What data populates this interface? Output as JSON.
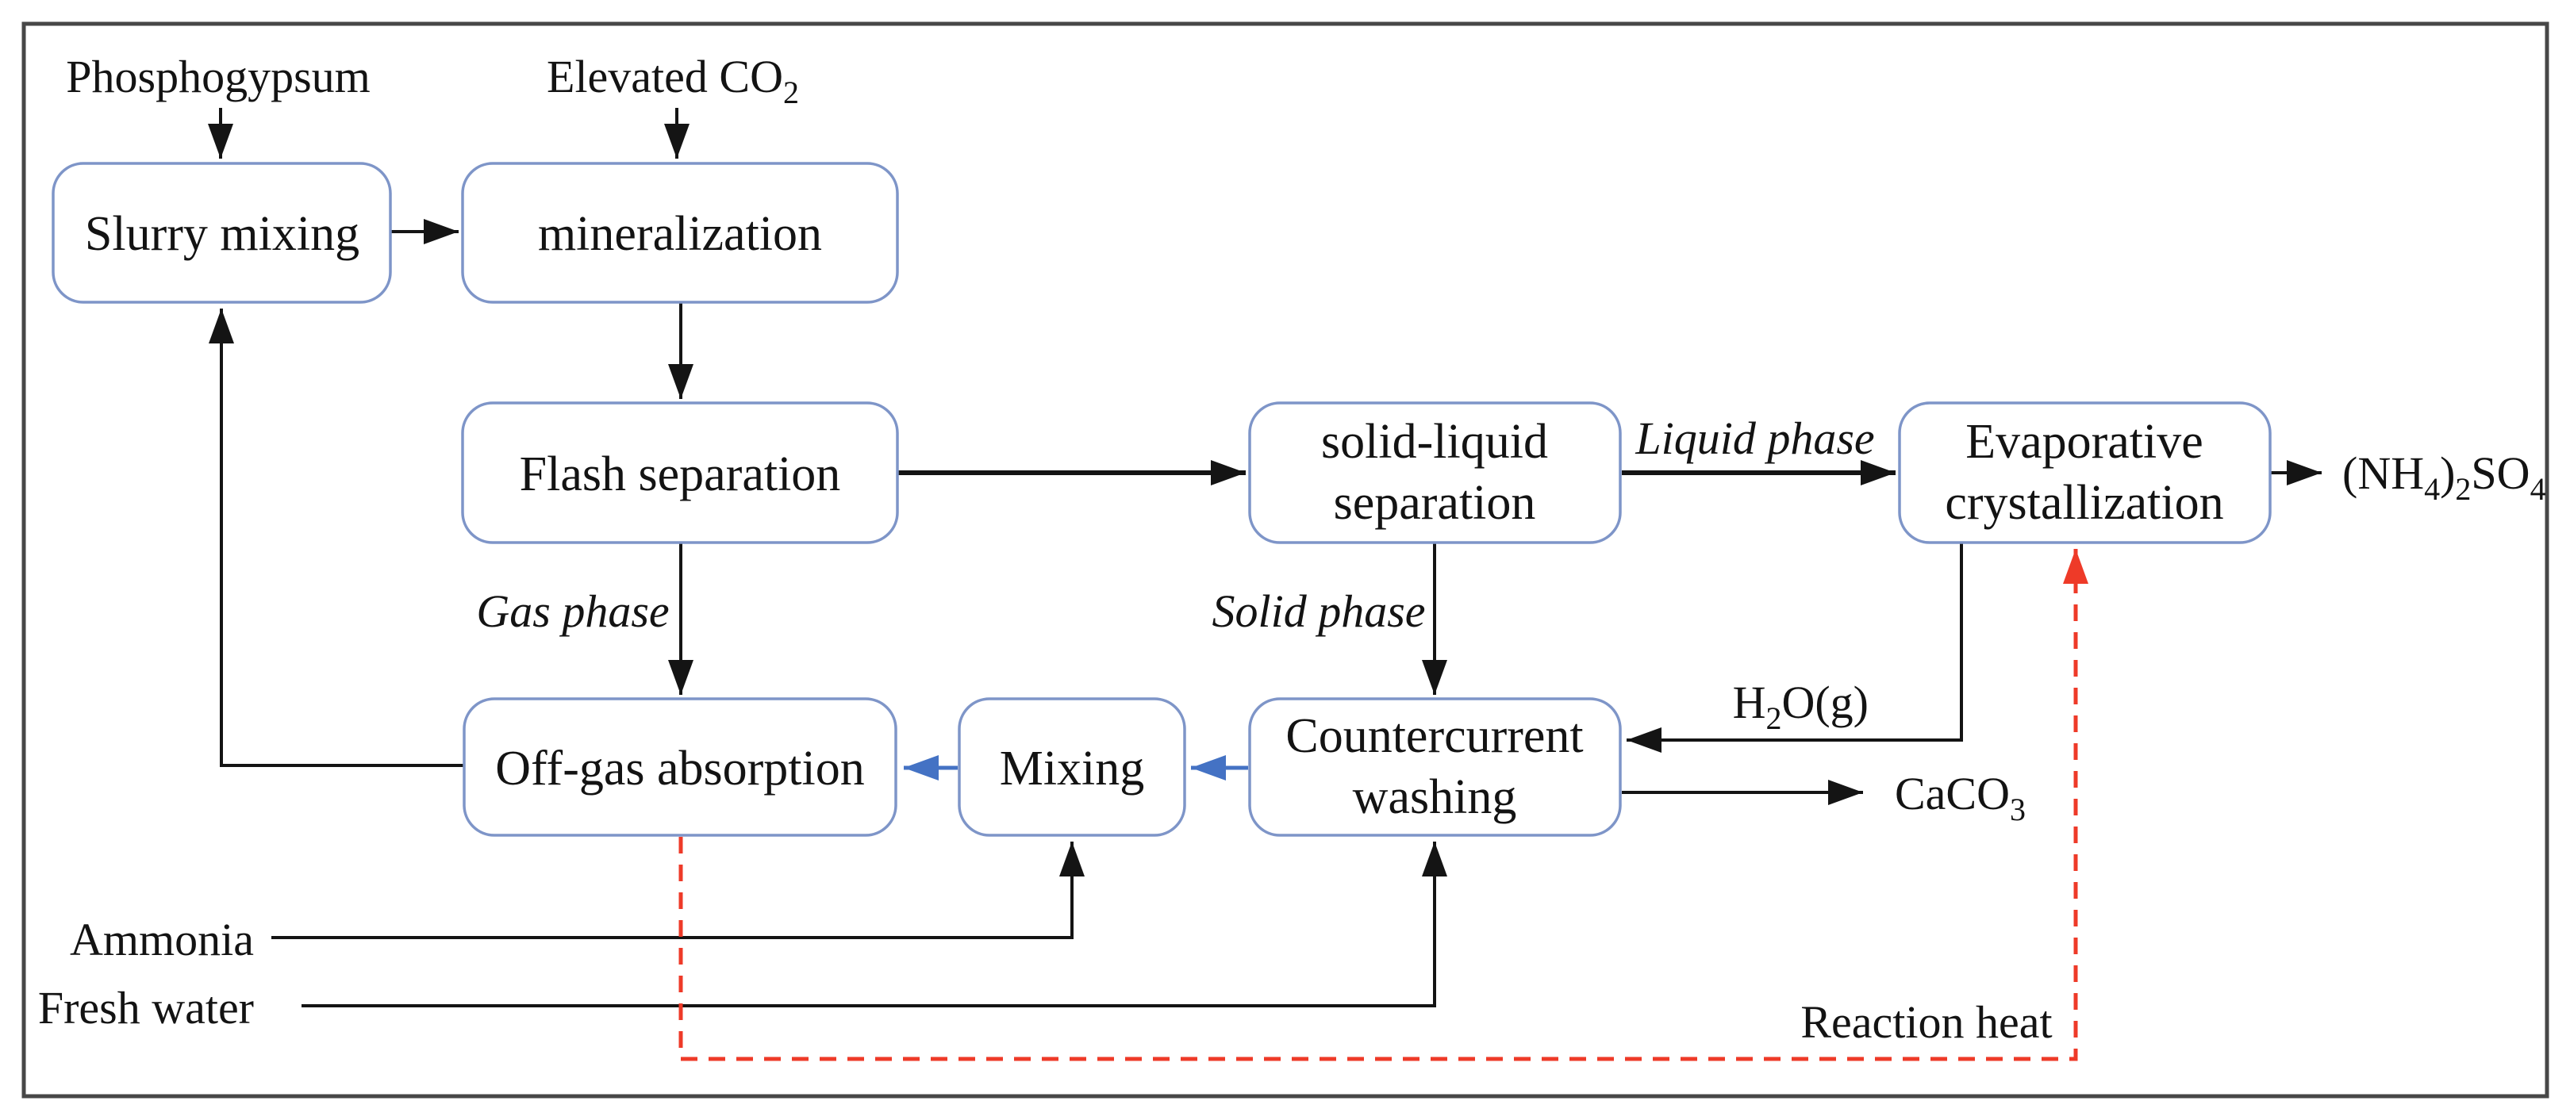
{
  "colors": {
    "box_border": "#7e95c8",
    "flow_black": "#141414",
    "flow_blue": "#4472c4",
    "phase_blue": "#1586c8",
    "heat_red": "#ee3a28",
    "frame_gray": "#474747"
  },
  "nodes": {
    "slurry_mixing": "Slurry mixing",
    "mineralization": "mineralization",
    "flash_separation": "Flash separation",
    "solid_liquid_separation": {
      "line1": "solid-liquid",
      "line2": "separation"
    },
    "evaporative_crystallization": {
      "line1": "Evaporative",
      "line2": "crystallization"
    },
    "off_gas_absorption": "Off-gas absorption",
    "mixing": "Mixing",
    "countercurrent_washing": {
      "line1": "Countercurrent",
      "line2": "washing"
    }
  },
  "streams": {
    "phosphogypsum": "Phosphogypsum",
    "elevated_co2": {
      "base": "Elevated CO",
      "sub": "2"
    },
    "ammonium_sulfate": {
      "p1": "(NH",
      "s1": "4",
      "p2": ")",
      "s2": "2",
      "p3": "SO",
      "s3": "4"
    },
    "water_vapor": {
      "p1": "H",
      "s1": "2",
      "p2": "O(g)"
    },
    "calcium_carbonate": {
      "p1": "CaCO",
      "s1": "3"
    },
    "gas_phase": "Gas phase",
    "solid_phase": "Solid phase",
    "liquid_phase": "Liquid phase",
    "ammonia": "Ammonia",
    "fresh_water": "Fresh water",
    "reaction_heat": "Reaction heat"
  },
  "edges": [
    "Phosphogypsum -> Slurry mixing",
    "Elevated CO2 -> mineralization",
    "Slurry mixing -> mineralization",
    "mineralization -> Flash separation",
    "Flash separation -> solid-liquid separation",
    "Flash separation -> (Gas phase) -> Off-gas absorption",
    "solid-liquid separation -> (Liquid phase) -> Evaporative crystallization",
    "solid-liquid separation -> (Solid phase) -> Countercurrent washing",
    "Evaporative crystallization -> (NH4)2SO4",
    "Evaporative crystallization -> H2O(g) -> Countercurrent washing",
    "Countercurrent washing -> CaCO3",
    "Countercurrent washing -> Mixing (blue)",
    "Mixing -> Off-gas absorption (blue)",
    "Off-gas absorption -> Slurry mixing (recycle)",
    "Ammonia -> Mixing",
    "Fresh water -> Countercurrent washing",
    "Off-gas absorption -> (Reaction heat, red dashed) -> Evaporative crystallization"
  ]
}
